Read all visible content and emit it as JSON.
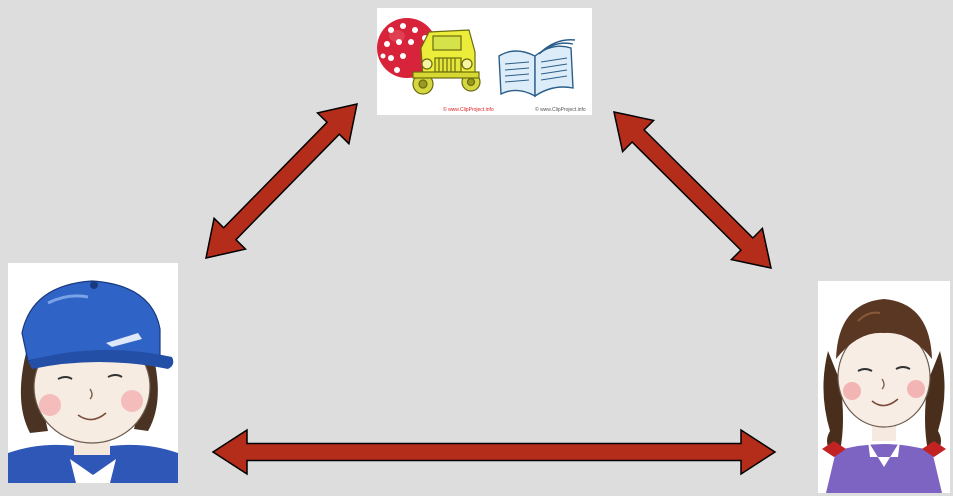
{
  "diagram": {
    "nodes": {
      "objects": {
        "icons": [
          "ball-icon",
          "toy-truck-icon",
          "open-book-icon"
        ],
        "credit_left": "© www.ClipProject.info",
        "credit_right": "© www.ClipProject.info"
      },
      "boy": {
        "icon": "boy-cap-illustration"
      },
      "girl": {
        "icon": "girl-pigtails-illustration"
      }
    },
    "edges": [
      {
        "from": "objects",
        "to": "boy",
        "style": "double-headed-arrow"
      },
      {
        "from": "objects",
        "to": "girl",
        "style": "double-headed-arrow"
      },
      {
        "from": "boy",
        "to": "girl",
        "style": "double-headed-arrow"
      }
    ],
    "colors": {
      "background": "#dddddd",
      "arrow_fill": "#b32d1a",
      "arrow_stroke": "#000000"
    }
  }
}
